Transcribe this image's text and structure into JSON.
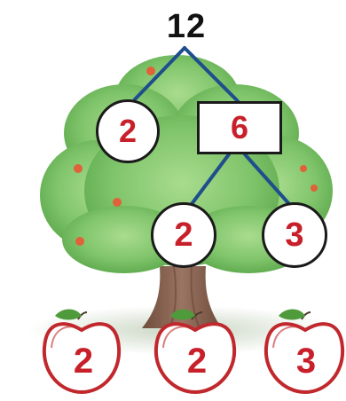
{
  "diagram": {
    "root": "12",
    "level1": {
      "left": "2",
      "right": "6"
    },
    "level2": {
      "left": "2",
      "right": "3"
    },
    "apples": [
      "2",
      "2",
      "3"
    ]
  },
  "colors": {
    "number_red": "#c8202a",
    "branch_blue": "#1f4e8c",
    "foliage_green": "#7fc46a",
    "trunk_brown": "#8b6450",
    "apple_outline": "#c0282d",
    "leaf_green": "#4f9b3c"
  },
  "icons": [
    "apple-icon",
    "tree-illustration"
  ]
}
